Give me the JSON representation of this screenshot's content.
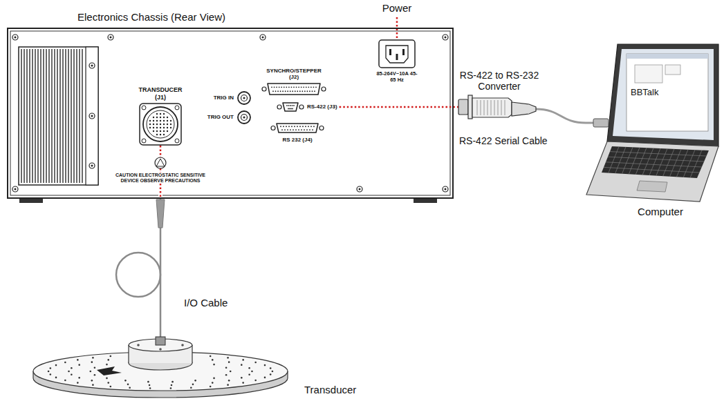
{
  "diagram": {
    "nodes": [
      {
        "text": [
          "Electronics Chassis (Rear View)"
        ]
      },
      {
        "text": [
          "TRANSDUCER (J1)"
        ],
        "in": 0
      },
      {
        "text": [
          "TRIG IN"
        ],
        "in": 0
      },
      {
        "text": [
          "TRIG OUT"
        ],
        "in": 0
      },
      {
        "text": [
          "SYNCHRO/STEPPER (J2)"
        ],
        "in": 0
      },
      {
        "text": [
          "RS-422 (J3)"
        ],
        "in": 0
      },
      {
        "text": [
          "RS 232 (J4)"
        ],
        "in": 0
      },
      {
        "text": [
          "85-264V~10A 45-65 Hz"
        ],
        "in": 0
      },
      {
        "text": [
          "RS-422 to RS-232 Converter"
        ]
      },
      {
        "text": [
          "BBTalk",
          "Computer"
        ]
      },
      {
        "text": [
          "Transducer"
        ]
      }
    ],
    "edges": [
      {
        "from": 5,
        "to": 8,
        "arrow": "none"
      },
      {
        "from": 8,
        "to": 9,
        "arrow": "none"
      },
      {
        "from": 1,
        "to": 10,
        "arrow": "none",
        "label": "I/O Cable"
      }
    ],
    "labels": [
      "Power",
      "CAUTION ELECTROSTATIC SENSITIVE DEVICE OBSERVE PRECAUTIONS",
      "RS-422 Serial Cable"
    ]
  }
}
